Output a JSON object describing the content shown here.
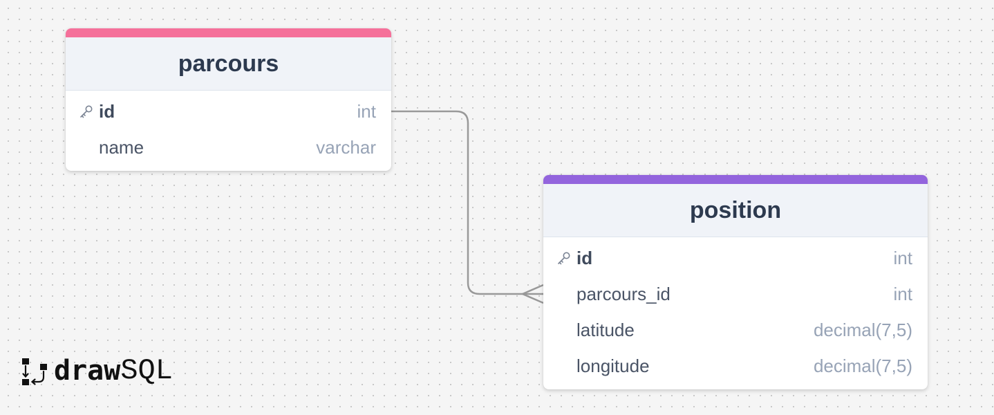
{
  "tables": {
    "parcours": {
      "name": "parcours",
      "accent_color": "#f5709a",
      "columns": [
        {
          "name": "id",
          "type": "int",
          "primary_key": true
        },
        {
          "name": "name",
          "type": "varchar",
          "primary_key": false
        }
      ]
    },
    "position": {
      "name": "position",
      "accent_color": "#9364dd",
      "columns": [
        {
          "name": "id",
          "type": "int",
          "primary_key": true
        },
        {
          "name": "parcours_id",
          "type": "int",
          "primary_key": false
        },
        {
          "name": "latitude",
          "type": "decimal(7,5)",
          "primary_key": false
        },
        {
          "name": "longitude",
          "type": "decimal(7,5)",
          "primary_key": false
        }
      ]
    }
  },
  "relations": [
    {
      "from": "parcours.id",
      "to": "position.parcours_id",
      "cardinality": "one-to-many"
    }
  ],
  "logo": {
    "draw": "draw",
    "sql": "SQL"
  },
  "colors": {
    "canvas": "#f5f5f5",
    "relation_line": "#999999",
    "header_bg": "#f0f3f8"
  }
}
